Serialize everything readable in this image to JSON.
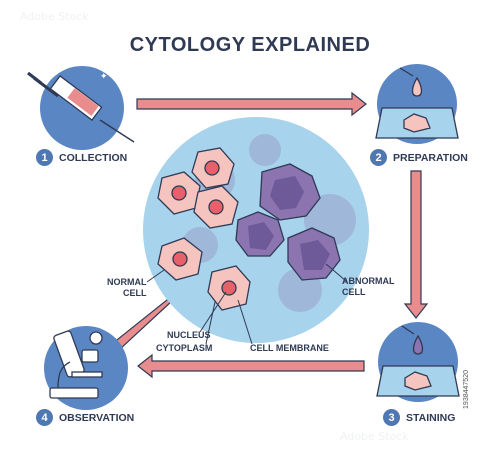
{
  "title": "CYTOLOGY EXPLAINED",
  "steps": [
    {
      "number": "1",
      "label": "COLLECTION"
    },
    {
      "number": "2",
      "label": "PREPARATION"
    },
    {
      "number": "3",
      "label": "STAINING"
    },
    {
      "number": "4",
      "label": "OBSERVATION"
    }
  ],
  "callouts": {
    "normal_cell": "NORMAL\nCELL",
    "abnormal_cell": "ABNORMAL\nCELL",
    "nucleus": "NUCLEUS",
    "cytoplasm": "CYTOPLASM",
    "cell_membrane": "CELL MEMBRANE"
  },
  "watermark_id": "1938447520",
  "colors": {
    "circle_blue": "#5a86c4",
    "arrow_red": "#e88c8e",
    "normal_cell": "#f6c4bf",
    "nucleus": "#e8606a",
    "abnormal_cell": "#8b74b0"
  },
  "icons": [
    "syringe-icon",
    "slide-dropper-icon",
    "stain-dropper-icon",
    "microscope-icon"
  ]
}
